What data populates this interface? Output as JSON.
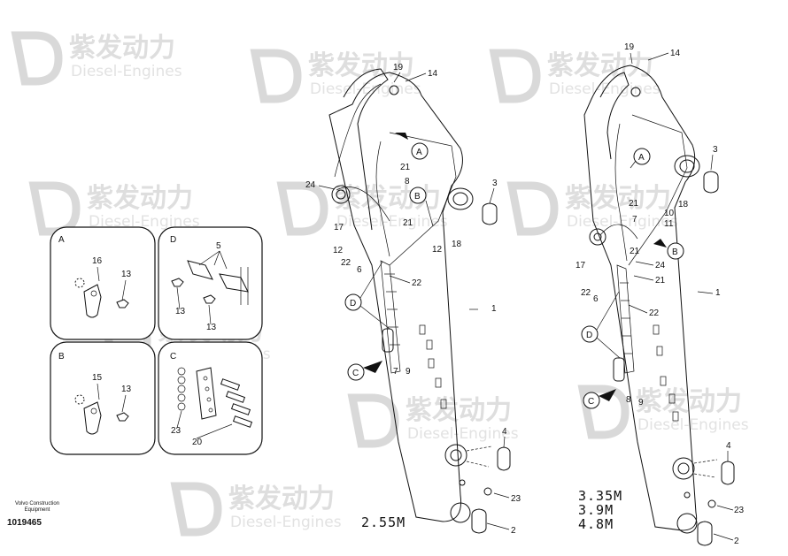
{
  "watermark": {
    "chinese": "紫发动力",
    "english": "Diesel-Engines"
  },
  "footer": {
    "brand": "Volvo Construction",
    "sub": "Equipment",
    "doc_id": "1019465"
  },
  "panels": {
    "A": {
      "letter": "A",
      "parts": [
        "16",
        "13"
      ]
    },
    "D": {
      "letter": "D",
      "parts": [
        "5",
        "13",
        "13"
      ]
    },
    "B": {
      "letter": "B",
      "parts": [
        "15",
        "13"
      ]
    },
    "C": {
      "letter": "C",
      "parts": [
        "23",
        "20"
      ]
    }
  },
  "left_arm": {
    "variant": "2.55M",
    "callouts": [
      "19",
      "14",
      "24",
      "21",
      "8",
      "21",
      "3",
      "17",
      "12",
      "22",
      "6",
      "12",
      "18",
      "22",
      "1",
      "7",
      "9",
      "4",
      "23",
      "2"
    ],
    "circles": [
      "A",
      "B",
      "D",
      "C"
    ]
  },
  "right_arm": {
    "variants": [
      "3.35M",
      "3.9M",
      "4.8M"
    ],
    "callouts": [
      "19",
      "14",
      "3",
      "18",
      "21",
      "10",
      "11",
      "7",
      "21",
      "17",
      "24",
      "21",
      "22",
      "6",
      "22",
      "1",
      "8",
      "9",
      "4",
      "23",
      "2"
    ],
    "circles": [
      "A",
      "B",
      "D",
      "C"
    ]
  }
}
